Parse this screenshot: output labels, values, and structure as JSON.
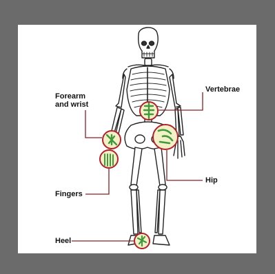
{
  "labels": {
    "forearm_line1": "Forearm",
    "forearm_line2": "and wrist",
    "vertebrae": "Vertebrae",
    "fingers": "Fingers",
    "hip": "Hip",
    "heel": "Heel"
  },
  "colors": {
    "frame": "#6b6b6b",
    "leader_line": "#8b1d23",
    "highlight_circle": "#b3202a",
    "highlight_fill": "#f3f0c8",
    "highlight_joint": "#3f9a3b"
  },
  "icons": [
    "skeleton-illustration"
  ]
}
